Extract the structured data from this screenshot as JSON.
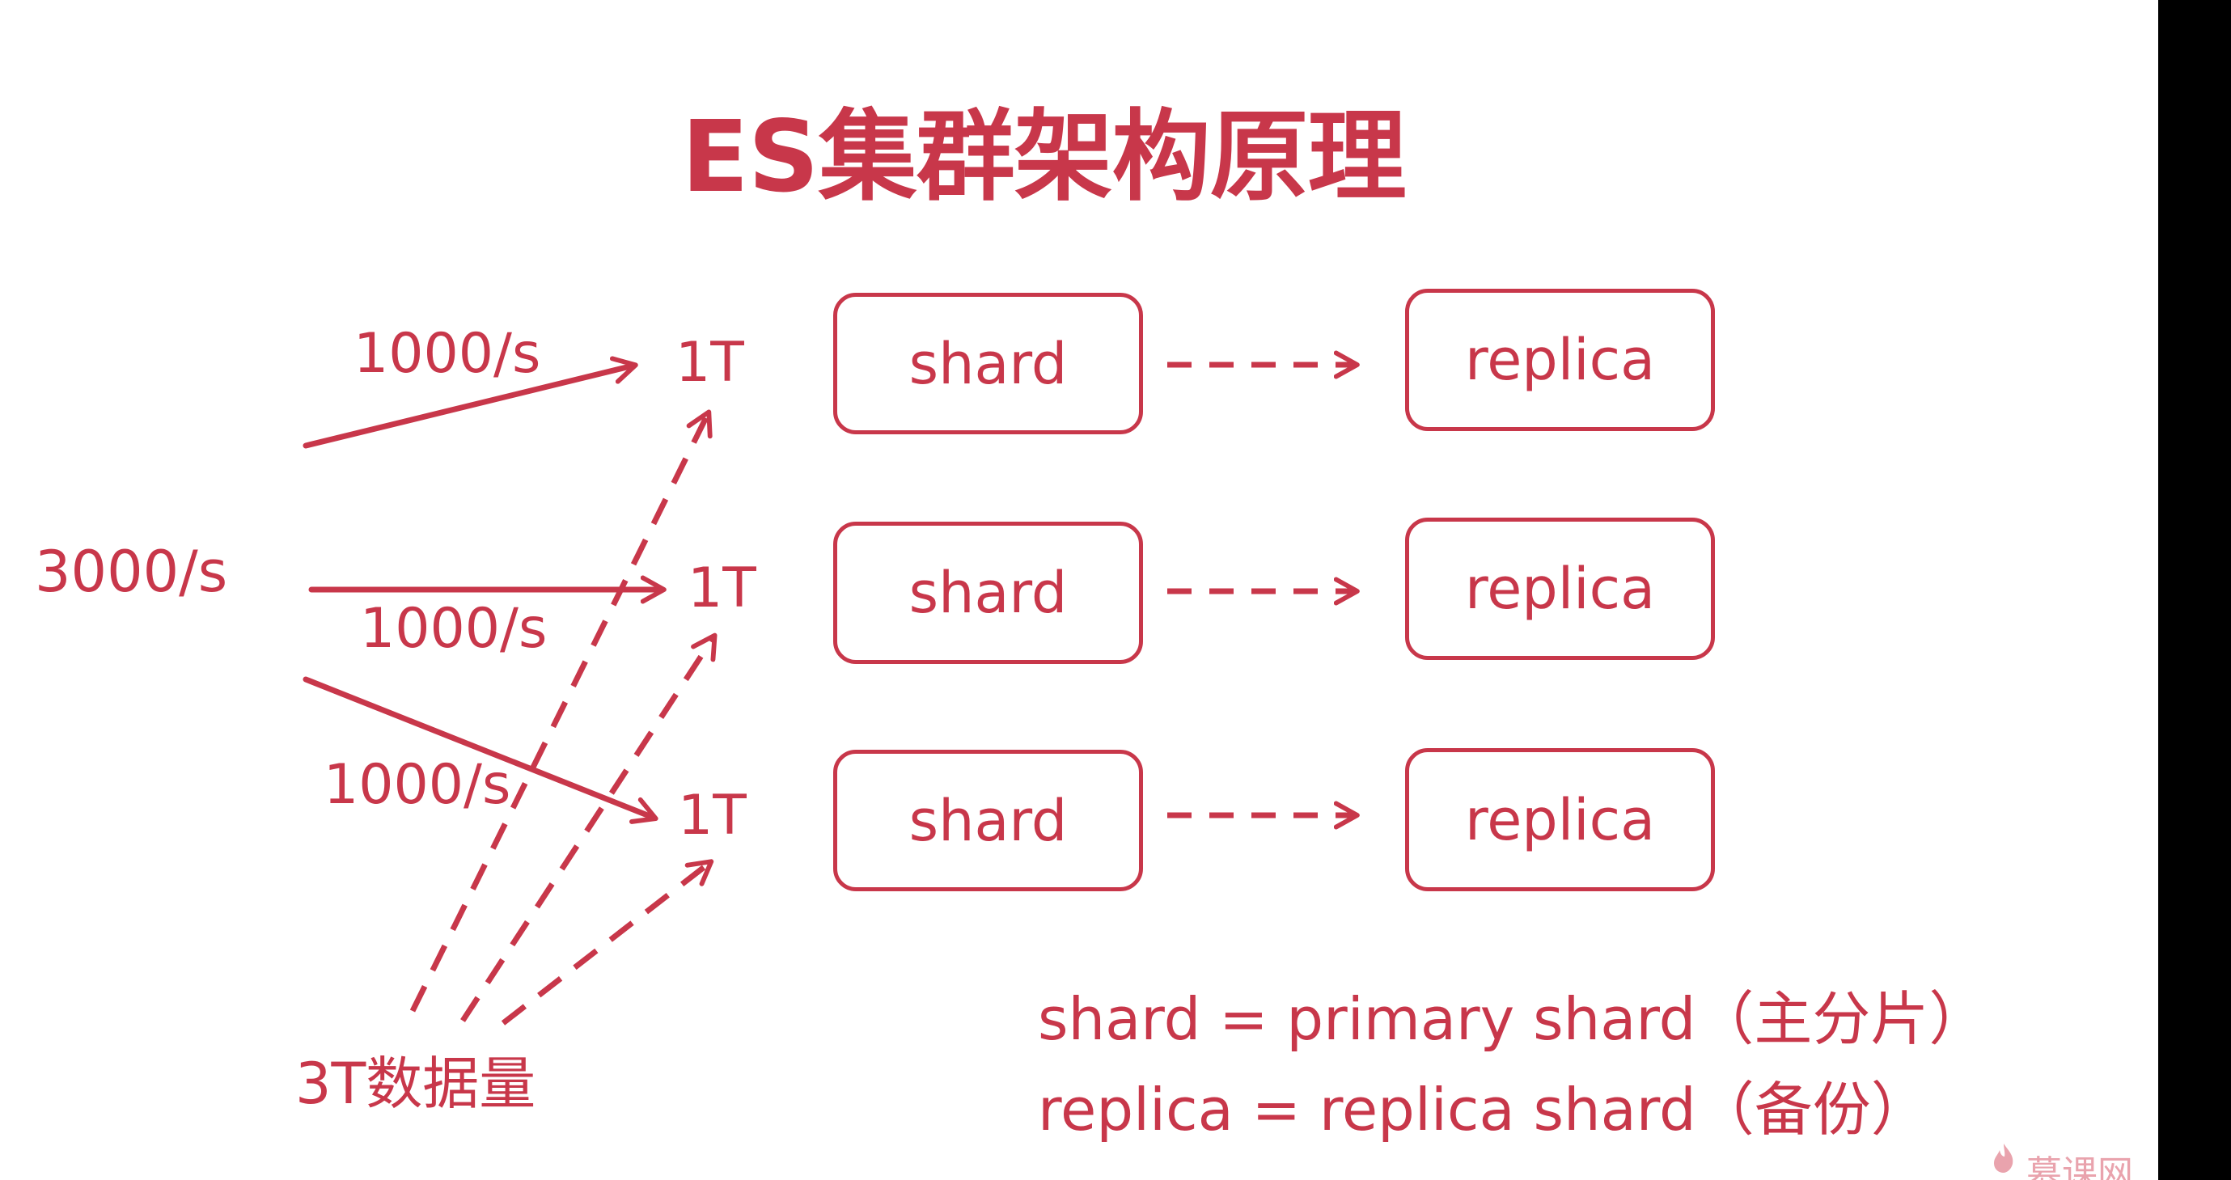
{
  "title": "ES集群架构原理",
  "source": {
    "rate_label": "3000/s",
    "data_label": "3T数据量"
  },
  "rows": [
    {
      "rate": "1000/s",
      "node": "1T",
      "shard": "shard",
      "replica": "replica"
    },
    {
      "rate": "1000/s",
      "node": "1T",
      "shard": "shard",
      "replica": "replica"
    },
    {
      "rate": "1000/s",
      "node": "1T",
      "shard": "shard",
      "replica": "replica"
    }
  ],
  "legend": [
    "shard = primary shard（主分片）",
    "replica = replica shard（备份）"
  ],
  "watermark": "慕课网",
  "colors": {
    "accent": "#c8374a",
    "background": "#ffffff",
    "bar": "#000000"
  }
}
